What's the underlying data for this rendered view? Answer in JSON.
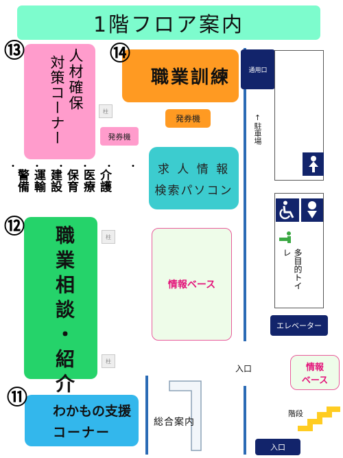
{
  "header": {
    "title": "1階フロア案内"
  },
  "areas": {
    "jinzai": {
      "number": "⑬",
      "title": "人材確保対策コーナー",
      "col1": "人材確保",
      "col2": "対策コーナー"
    },
    "sectors": [
      "介護",
      "医療",
      "保育",
      "建設",
      "運輸",
      "警備"
    ],
    "training": {
      "number": "⑭",
      "title": "職業訓練"
    },
    "consult": {
      "number": "⑫",
      "title": "職業相談・紹介"
    },
    "youth": {
      "number": "⑪",
      "line1": "わかもの支援",
      "line2": "コーナー"
    },
    "job_search_pc": {
      "line1": "求 人 情 報",
      "line2": "検索パソコン"
    },
    "info_base_main": {
      "label": "情報ベース"
    },
    "info_base_small": {
      "line1": "情報",
      "line2": "ベース"
    },
    "general_info": {
      "label": "総合案内"
    },
    "ticket_small": "発券機",
    "ticket_training": "発券機",
    "pillar": "柱",
    "service_entrance": "通用口",
    "parking": "↑駐車場",
    "toilet": "多目的トイレ",
    "elevator": "エレベーター",
    "entrance_main": "入口",
    "entrance_bottom": "入口",
    "stairs": "階段"
  },
  "colors": {
    "header": "#7dfccd",
    "jinzai": "#ff9ccc",
    "training": "#ff9a22",
    "consult": "#25d36a",
    "youth": "#33b7ec",
    "pc": "#3ccccf",
    "info_base": "#eefce9",
    "stairs": "#ffcc22",
    "navy": "#12246b",
    "blue_line": "#2b6bb5"
  }
}
